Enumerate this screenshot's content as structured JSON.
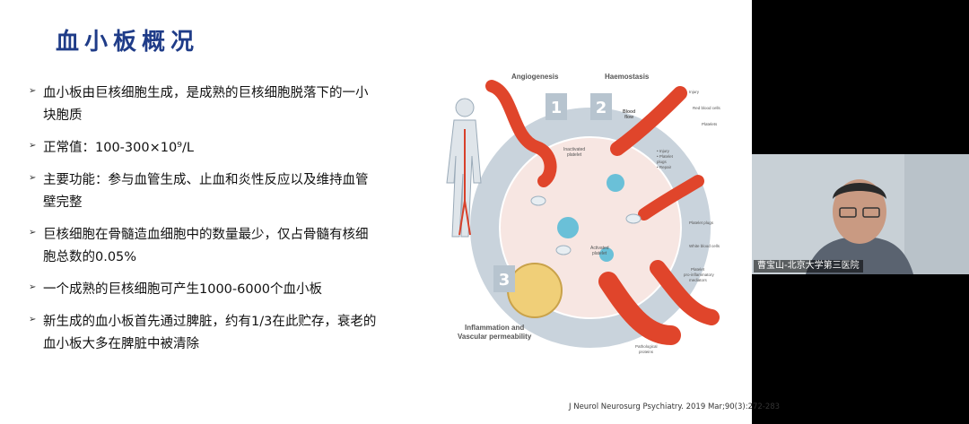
{
  "slide": {
    "title": "血小板概况",
    "bullets": [
      "血小板由巨核细胞生成，是成熟的巨核细胞脱落下的一小块胞质",
      "正常值：100-300×10⁹/L",
      "主要功能：参与血管生成、止血和炎性反应以及维持血管壁完整",
      "巨核细胞在骨髓造血细胞中的数量最少，仅占骨髓有核细胞总数的0.05%",
      "一个成熟的巨核细胞可产生1000-6000个血小板",
      "新生成的血小板首先通过脾脏，约有1/3在此贮存，衰老的血小板大多在脾脏中被清除"
    ],
    "citation": "J Neurol Neurosurg Psychiatry. 2019 Mar;90(3):272-283"
  },
  "figure": {
    "sections": {
      "angiogenesis": "Angiogenesis",
      "haemostasis": "Haemostasis",
      "inflammation": "Inflammation and",
      "inflammation2": "Vascular permeability"
    },
    "numbers": {
      "one": "1",
      "two": "2",
      "three": "3"
    },
    "labels": {
      "inactivated1": "Inactivated",
      "inactivated2": "platelet",
      "activated1": "Activated",
      "activated2": "platelet",
      "injury": "Injury",
      "rbc": "Red blood cells",
      "platelets": "Platelets",
      "blood1": "Blood",
      "blood2": "flow",
      "list1": "• Injury",
      "list2": "• Platelet",
      "list3": "  plugs",
      "list4": "• Repair",
      "plugs": "Platelet plugs",
      "wbc": "White blood cells",
      "med1": "Platelet",
      "med2": "pro-inflammatory",
      "med3": "mediators",
      "patho1": "Pathological",
      "patho2": "proteins"
    }
  },
  "participant": {
    "name": "曹宝山-北京大学第三医院"
  },
  "colors": {
    "title": "#1f3c88",
    "vessel": "#e0452b",
    "ring": "#bcc8d2",
    "platelet": "#6ac0d8"
  }
}
